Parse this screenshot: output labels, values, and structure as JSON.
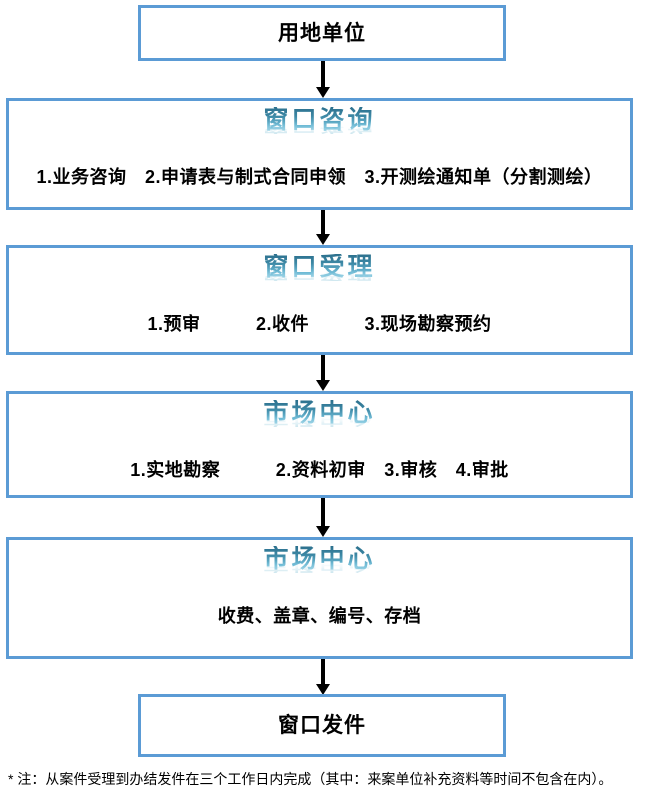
{
  "diagram": {
    "title_text": "用地单位",
    "accent_border_color": "#5B9BD5",
    "title_gradient_top": "#2b6f8c",
    "title_gradient_bottom": "#a9dcec",
    "arrow_color": "#000000",
    "nodes": [
      {
        "id": "node-start",
        "type": "simple",
        "label": "用地单位"
      },
      {
        "id": "node-window-consult",
        "type": "stage",
        "title": "窗口咨询",
        "detail": "1.业务咨询　2.申请表与制式合同申领　3.开测绘通知单（分割测绘）"
      },
      {
        "id": "node-window-accept",
        "type": "stage",
        "title": "窗口受理",
        "detail": "1.预审　　　2.收件　　　3.现场勘察预约"
      },
      {
        "id": "node-market-center-review",
        "type": "stage",
        "title": "市场中心",
        "detail": "1.实地勘察　　　2.资料初审　3.审核　4.审批"
      },
      {
        "id": "node-market-center-archive",
        "type": "stage",
        "title": "市场中心",
        "detail": "收费、盖章、编号、存档"
      },
      {
        "id": "node-window-issue",
        "type": "simple",
        "label": "窗口发件"
      }
    ],
    "footnote": "* 注：从案件受理到办结发件在三个工作日内完成（其中：来案单位补充资料等时间不包含在内）。"
  }
}
